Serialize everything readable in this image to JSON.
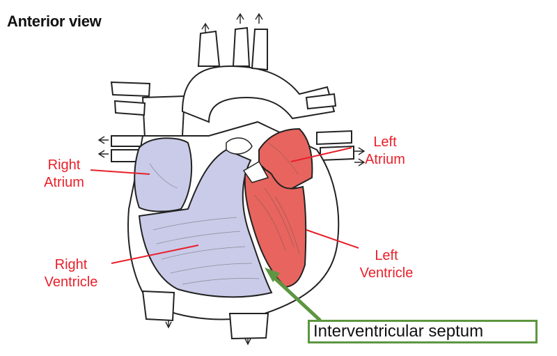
{
  "title": "Anterior view",
  "labels": {
    "right_atrium": [
      "Right",
      "Atrium"
    ],
    "right_ventricle": [
      "Right",
      "Ventricle"
    ],
    "left_atrium": [
      "Left",
      "Atrium"
    ],
    "left_ventricle": [
      "Left",
      "Ventricle"
    ],
    "septum": "Interventricular septum"
  },
  "colors": {
    "label_red": "#e8202a",
    "right_chambers_fill": "#c9cbe8",
    "left_chambers_fill": "#e8645e",
    "septum_arrow": "#5c9640",
    "outline": "#222222"
  }
}
